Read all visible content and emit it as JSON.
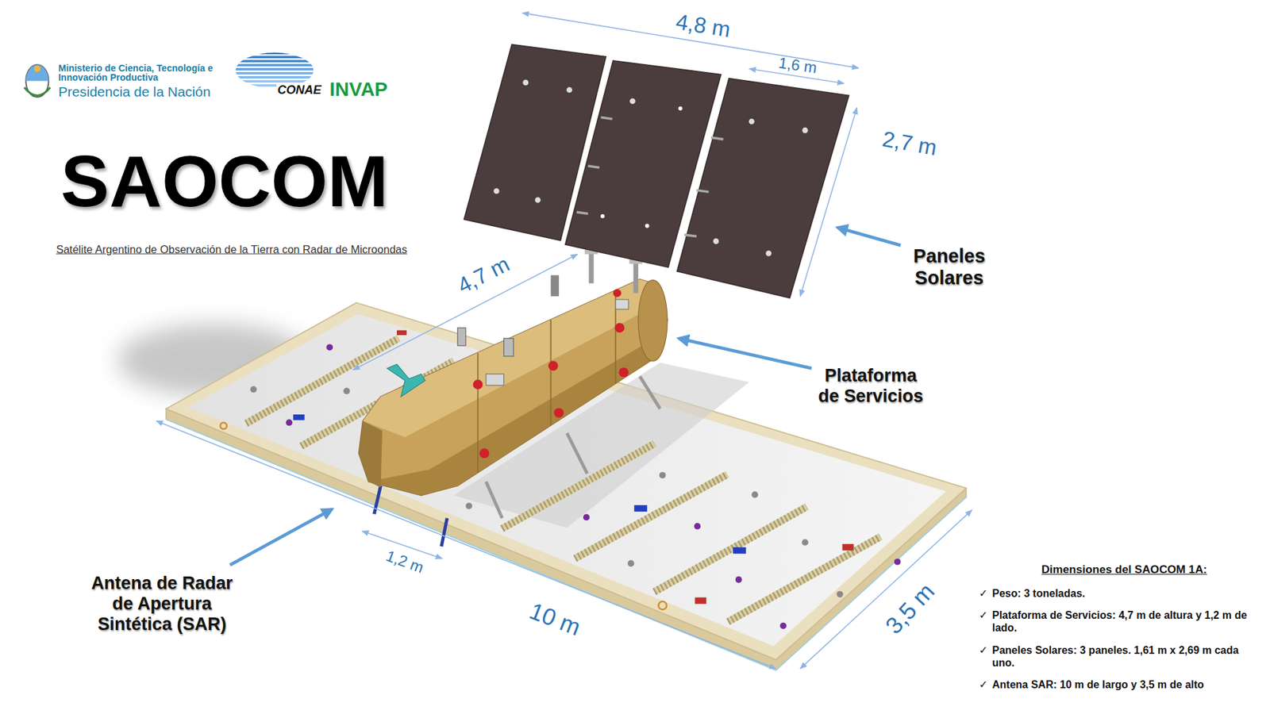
{
  "diagram": {
    "title": "SAOCOM",
    "labels": [
      "Ministerio de Ciencia, Tecnología e Innovación Productiva",
      "Presidencia de la Nación",
      "CONAE",
      "INVAP",
      "Satélite Argentino de Observación de la Tierra con Radar de Microondas",
      "4,8 m",
      "1,6 m",
      "2,7 m",
      "Paneles Solares",
      "4,7 m",
      "Plataforma de Servicios",
      "1,2 m",
      "Antena de Radar de Apertura Sintética (SAR)",
      "10 m",
      "3,5 m",
      "Dimensiones del SAOCOM 1A:",
      "✓",
      "Peso: 3 toneladas.",
      "✓",
      "Plataforma de Servicios: 4,7 m de altura y 1,2 m de lado.",
      "✓",
      "Paneles Solares: 3 paneles. 1,61 m x 2,69 m cada uno.",
      "✓",
      "Antena SAR: 10 m de largo y 3,5 m de alto"
    ]
  }
}
